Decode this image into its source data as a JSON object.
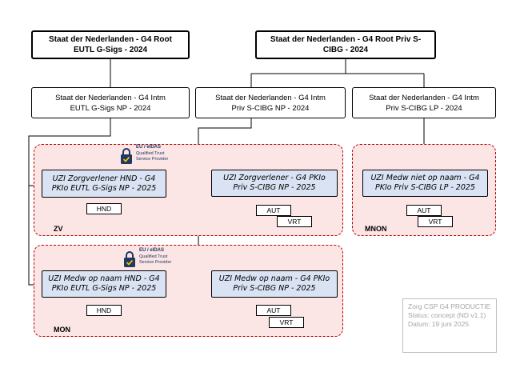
{
  "roots": {
    "g_sigs": "Staat der Nederlanden - G4 Root\nEUTL G-Sigs - 2024",
    "priv_s_cibg": "Staat der Nederlanden - G4 Root Priv S-\nCIBG - 2024"
  },
  "intermediates": {
    "eutl_np": "Staat der Nederlanden - G4 Intm\nEUTL G-Sigs NP - 2024",
    "priv_np": "Staat der Nederlanden - G4 Intm\nPriv S-CIBG NP - 2024",
    "priv_lp": "Staat der Nederlanden - G4 Intm\nPriv S-CIBG LP - 2024"
  },
  "zones": {
    "zv": "ZV",
    "mnon": "MNON",
    "mon": "MON"
  },
  "badge": {
    "line1": "EU / eIDAS",
    "line2": "Qualified Trust\nService Provider"
  },
  "certs": {
    "zv_hnd": "UZI Zorgverlener HND - G4\nPKIo EUTL G-Sigs NP - 2025",
    "zv_priv": "UZI Zorgverlener - G4 PKIo\nPriv S-CIBG NP - 2025",
    "mnon_priv": "UZI Medw niet op naam - G4\nPKIo Priv S-CIBG LP - 2025",
    "mon_hnd": "UZI Medw op naam HND - G4\nPKIo EUTL G-Sigs NP - 2025",
    "mon_priv": "UZI Medw op naam - G4 PKIo\nPriv S-CIBG NP - 2025"
  },
  "tags": {
    "hnd": "HND",
    "aut": "AUT",
    "vrt": "VRT"
  },
  "status": {
    "line1": "Zorg CSP G4 PRODUCTIE",
    "line2": "Status: concept (ND v1.1)",
    "line3": "Datum: 19 juni 2025"
  }
}
